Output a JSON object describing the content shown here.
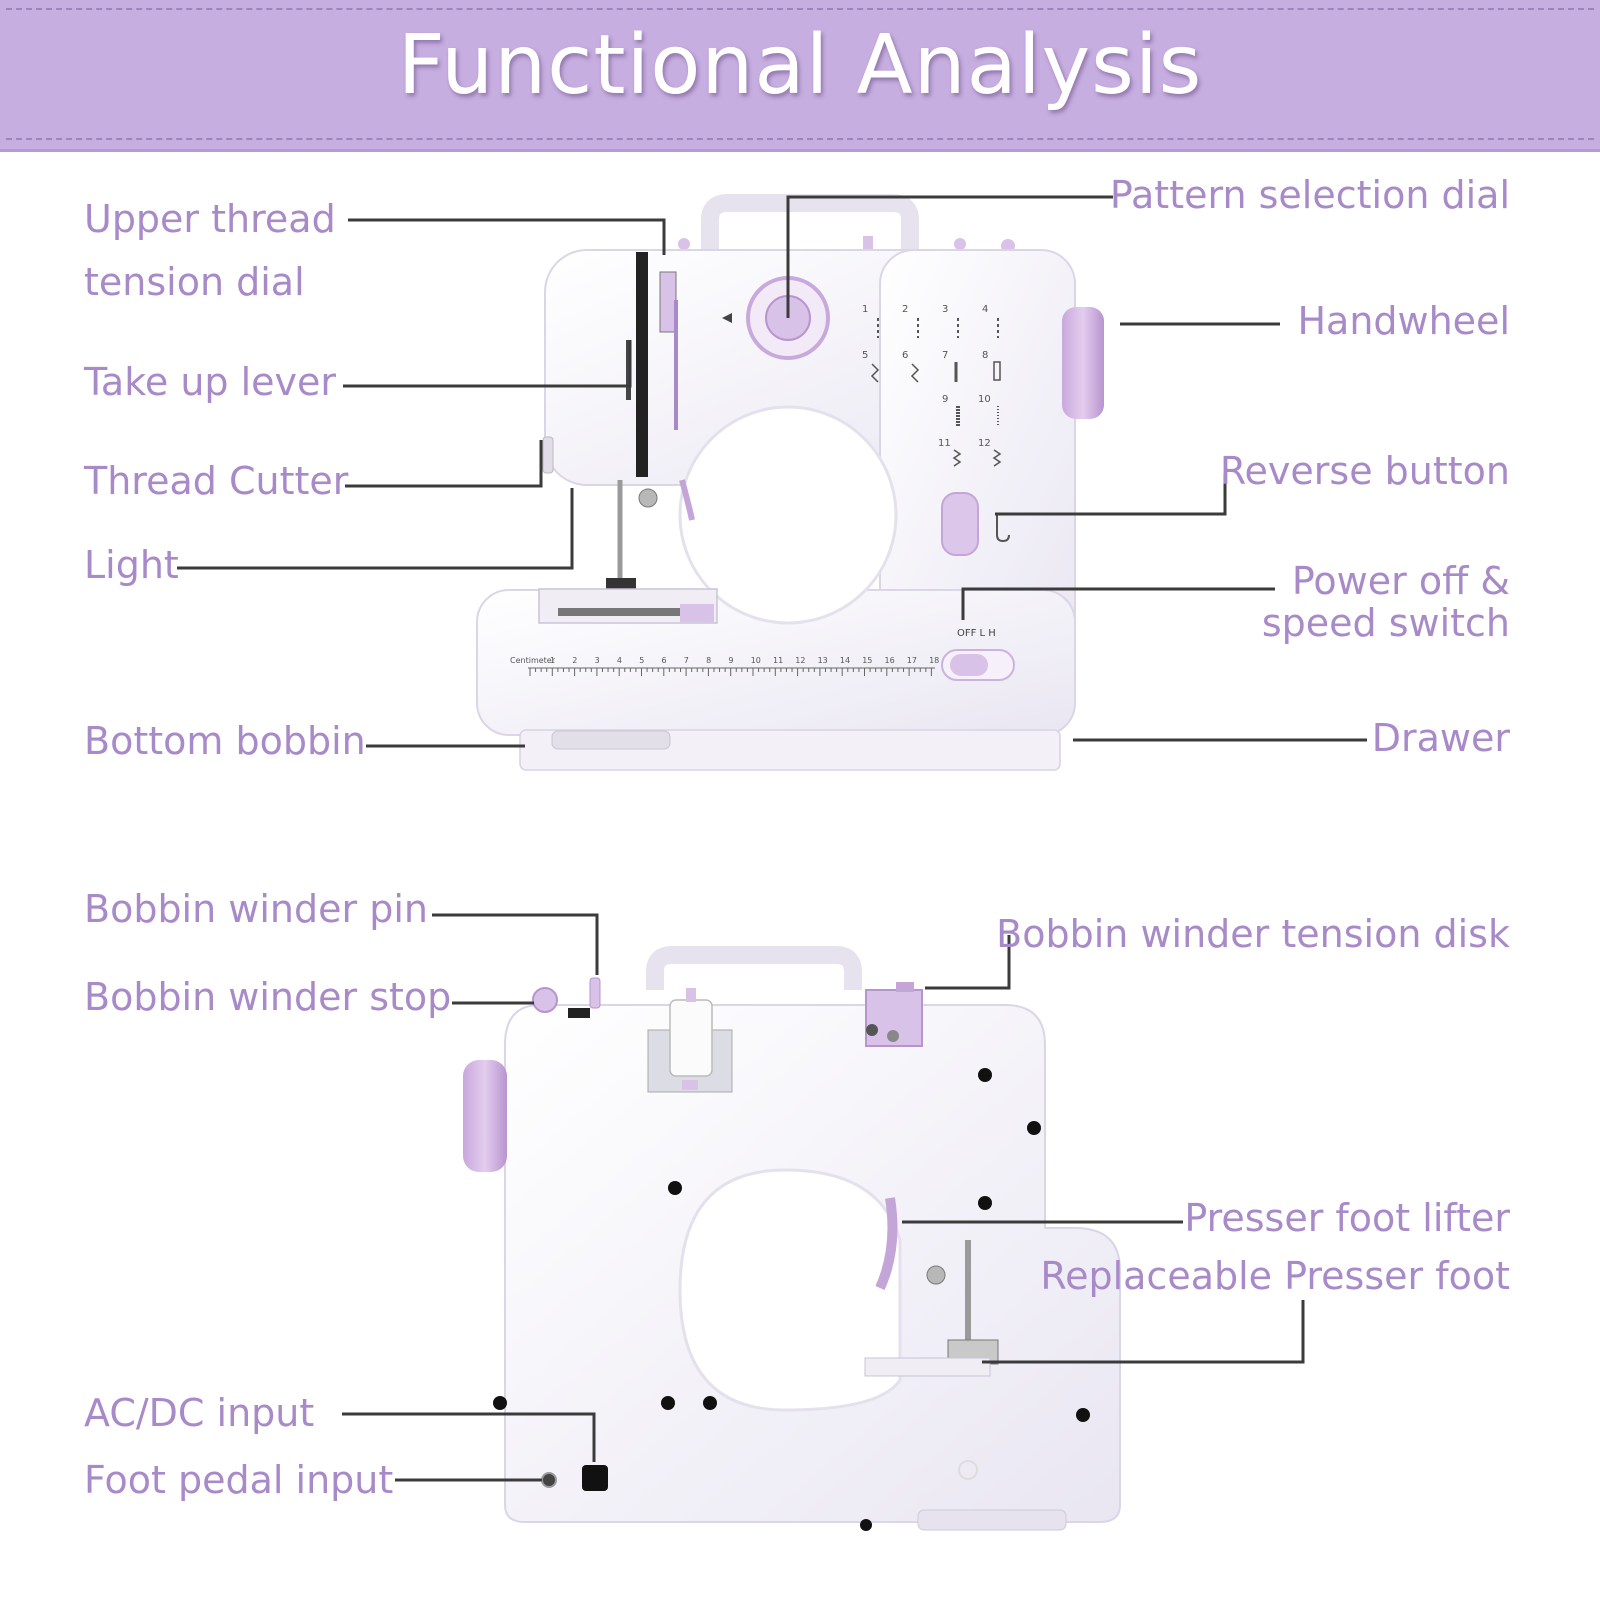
{
  "title": "Functional Analysis",
  "colors": {
    "banner": "#c7aee0",
    "label_text": "#a98ac9",
    "leader_line": "#3b3b3b",
    "machine_body": "#f7f6fb",
    "accent": "#d9c2e8"
  },
  "labels": {
    "upper_thread_tension_dial": [
      "Upper thread",
      "tension dial"
    ],
    "take_up_lever": "Take up lever",
    "thread_cutter": "Thread Cutter",
    "light": "Light",
    "bottom_bobbin": "Bottom bobbin",
    "pattern_selection_dial": "Pattern selection dial",
    "handwheel": "Handwheel",
    "reverse_button": "Reverse button",
    "power_speed_switch": [
      "Power off &",
      "speed switch"
    ],
    "drawer": "Drawer",
    "bobbin_winder_pin": "Bobbin winder pin",
    "bobbin_winder_stop": "Bobbin winder stop",
    "bobbin_winder_tension_disk": "Bobbin winder tension disk",
    "presser_foot_lifter": "Presser foot lifter",
    "replaceable_presser_foot": "Replaceable Presser foot",
    "ac_dc_input": "AC/DC input",
    "foot_pedal_input": "Foot pedal input"
  },
  "machine_markings": {
    "switch_positions": "OFF  L  H",
    "ruler_label": "Centimeter",
    "ruler_numbers": [
      "1",
      "2",
      "3",
      "4",
      "5",
      "6",
      "7",
      "8",
      "9",
      "10",
      "11",
      "12",
      "13",
      "14",
      "15",
      "16",
      "17",
      "18"
    ],
    "pattern_numbers": [
      "1",
      "2",
      "3",
      "4",
      "5",
      "6",
      "7",
      "8",
      "9",
      "10",
      "11",
      "12"
    ]
  }
}
